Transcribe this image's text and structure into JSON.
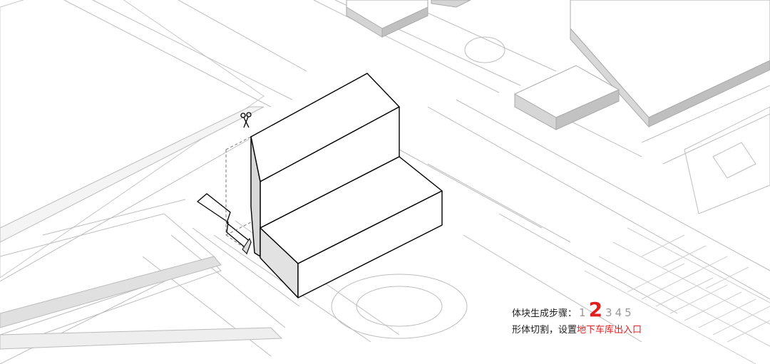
{
  "legend": {
    "title": "体块生成步骤：",
    "steps": [
      "1",
      "2",
      "3",
      "4",
      "5"
    ],
    "active_step": 2,
    "description": "形体切割，设置",
    "description_highlight": "地下车库出入口"
  },
  "colors": {
    "accent": "#e02020",
    "inactive_step": "#999999",
    "line": "#b8b8b8",
    "outline": "#000000"
  },
  "icons": {
    "cut_marker": "scissors-icon"
  }
}
